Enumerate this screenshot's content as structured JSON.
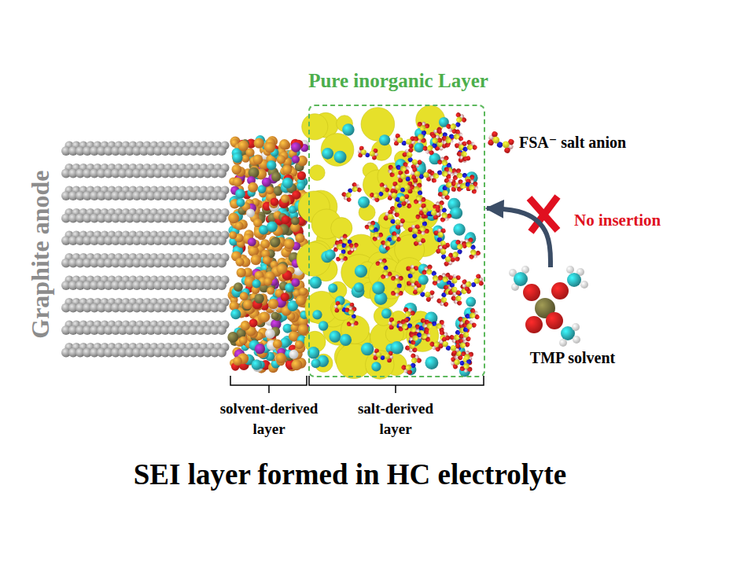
{
  "diagram": {
    "caption": "SEI layer formed in HC electrolyte",
    "nodes": [
      {
        "text": [
          "Pure inorganic Layer"
        ]
      },
      {
        "text": [
          "TMP solvent"
        ]
      }
    ],
    "edges": [
      {
        "from": 1,
        "to": 0,
        "arrow": "to",
        "label": "No insertion"
      }
    ],
    "labels": [
      "Graphite anode",
      "FSA⁻ salt anion",
      "solvent-derived layer",
      "salt-derived layer"
    ]
  }
}
